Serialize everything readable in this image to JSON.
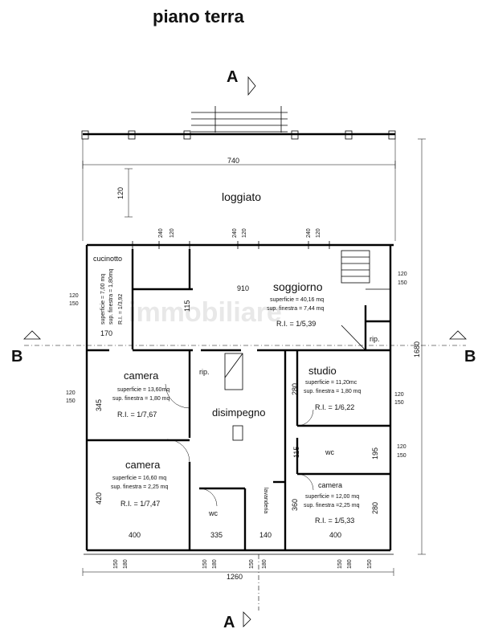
{
  "title": "piano terra",
  "watermark": "immobiliare",
  "section_labels": {
    "a_top": "A",
    "a_bottom": "A",
    "b_left": "B",
    "b_right": "B"
  },
  "rooms": {
    "loggiato": {
      "name": "loggiato"
    },
    "cucinotto": {
      "name": "cucinotto",
      "sup": "superficie = 7,00 mq",
      "fin": "sup. finestra = 1,80mq",
      "ri": "R.I. = 1/3,92"
    },
    "soggiorno": {
      "name": "soggiorno",
      "sup": "superficie = 40,16 mq",
      "fin": "sup. finestra = 7,44 mq",
      "ri": "R.I. = 1/5,39"
    },
    "rip_right": {
      "name": "rip."
    },
    "camera1": {
      "name": "camera",
      "sup": "superficie = 13,60mq",
      "fin": "sup. finestra = 1,80 mq",
      "ri": "R.I. = 1/7,67"
    },
    "rip_mid": {
      "name": "rip."
    },
    "disimpegno": {
      "name": "disimpegno"
    },
    "studio": {
      "name": "studio",
      "sup": "superficie = 11,20mc",
      "fin": "sup. finestra = 1,80 mq",
      "ri": "R.I. = 1/6,22"
    },
    "wc_right": {
      "name": "wc"
    },
    "camera2": {
      "name": "camera",
      "sup": "superficie = 16,60 mq",
      "fin": "sup. finestra = 2,25 mq",
      "ri": "R.I. = 1/7,47"
    },
    "wc_bottom": {
      "name": "wc"
    },
    "lavanderia": {
      "name": "lavanderia"
    },
    "camera3": {
      "name": "camera",
      "sup": "superficie = 12,00 mq",
      "fin": "sup. finestra =2,25 mq",
      "ri": "R.I. = 1/5,33"
    }
  },
  "dimensions": {
    "loggiato_width": "740",
    "loggiato_depth": "120",
    "w240a": "240",
    "w120a": "120",
    "w240b": "240",
    "w120b": "120",
    "w240c": "240",
    "w120c": "120",
    "soggiorno_width": "910",
    "soggiorno_depth": "115",
    "cucinotto_width": "170",
    "win_l1_a": "120",
    "win_l1_b": "150",
    "win_l2_a": "120",
    "win_l2_b": "150",
    "win_r1_a": "120",
    "win_r1_b": "150",
    "win_r2_a": "120",
    "win_r2_b": "150",
    "win_r3_a": "120",
    "win_r3_b": "150",
    "camera1_depth": "345",
    "camera2_depth": "420",
    "studio_depth": "280",
    "wc_right_a": "115",
    "wc_right_b": "195",
    "camera3_depth": "360",
    "camera3_depth_right": "280",
    "total_depth": "1680",
    "bottom_400a": "400",
    "bottom_335": "335",
    "bottom_140": "140",
    "bottom_400b": "400",
    "bw150a": "150",
    "bw180a": "180",
    "bw150b": "150",
    "bw180b": "180",
    "bw150c": "150",
    "bw180c": "180",
    "bw150d": "150",
    "bw180d": "180",
    "bw150e": "150",
    "total_width": "1260"
  }
}
